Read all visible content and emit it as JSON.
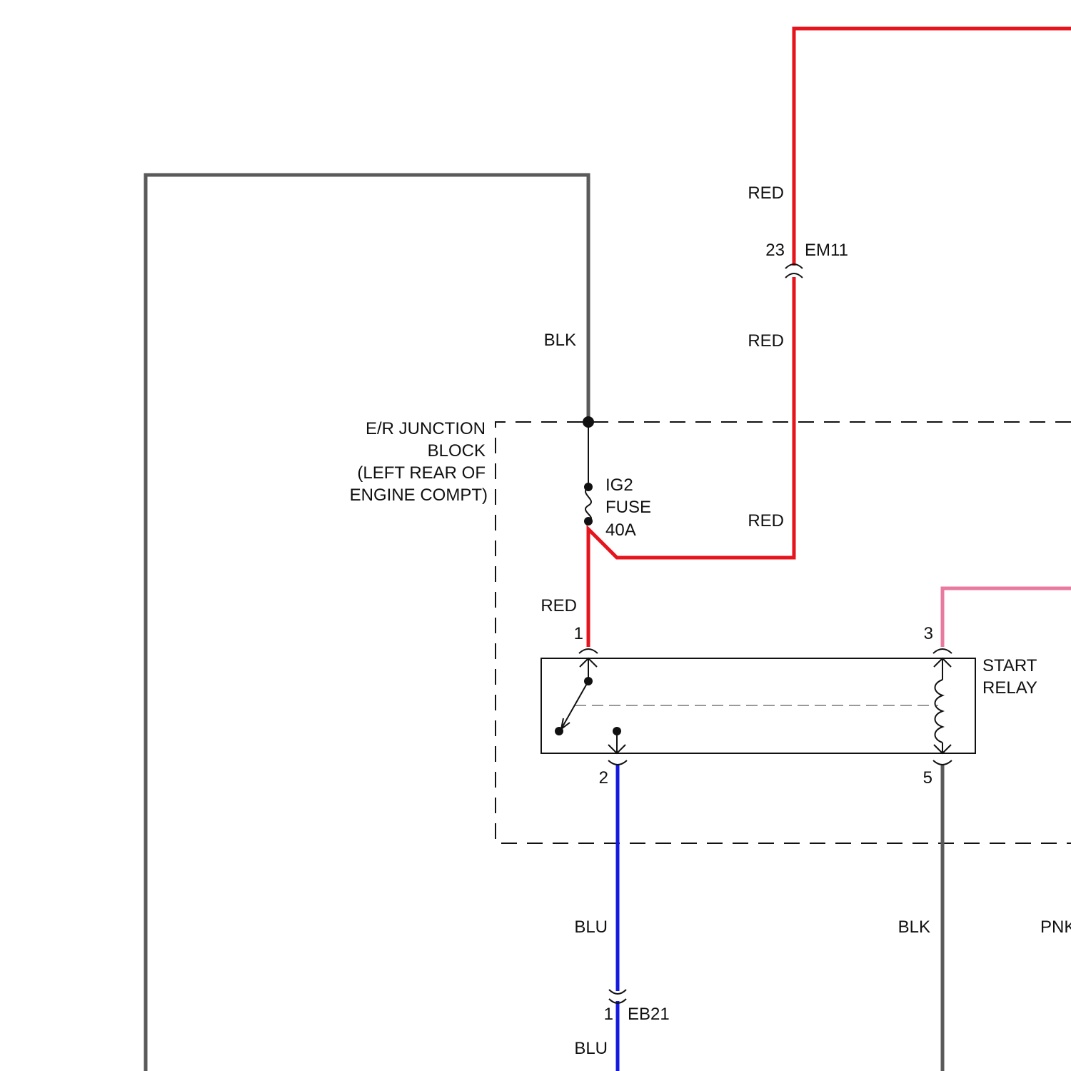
{
  "colors": {
    "red": "#e5141d",
    "black": "#5a5a5a",
    "blue": "#1419e0",
    "pink": "#e87aa0",
    "ink": "#111111"
  },
  "wires": {
    "blk_ground_loop": "BLK",
    "red_top": "RED",
    "red_mid": "RED",
    "red_fuse_out": "RED",
    "red_relay_feed": "RED",
    "blu_upper": "BLU",
    "blu_lower": "BLU",
    "blk_relay_out": "BLK",
    "pnk_edge": "PNK"
  },
  "connectors": {
    "em11": {
      "name": "EM11",
      "pin": "23"
    },
    "eb21": {
      "name": "EB21",
      "pin": "1"
    }
  },
  "junction_block": {
    "line1": "E/R JUNCTION",
    "line2": "BLOCK",
    "line3": "(LEFT REAR OF",
    "line4": "ENGINE COMPT)"
  },
  "fuse": {
    "line1": "IG2",
    "line2": "FUSE",
    "line3": "40A"
  },
  "relay": {
    "line1": "START",
    "line2": "RELAY",
    "pins": {
      "p1": "1",
      "p2": "2",
      "p3": "3",
      "p5": "5"
    }
  }
}
